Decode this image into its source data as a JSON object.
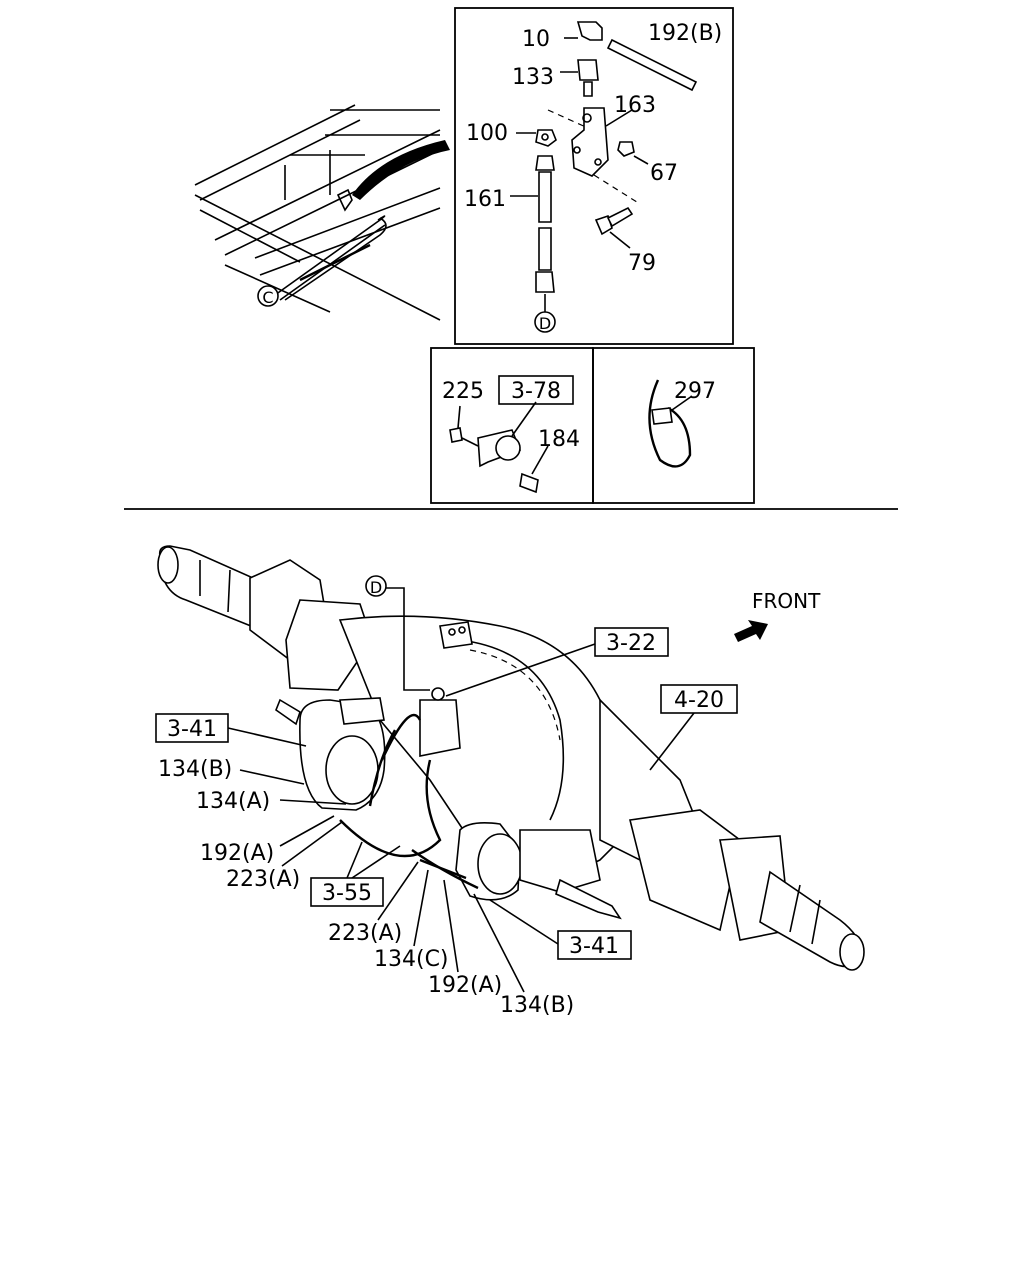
{
  "detail_top": {
    "labels": {
      "p10": "10",
      "p192b": "192(B)",
      "p133": "133",
      "p163": "163",
      "p100": "100",
      "p67": "67",
      "p161": "161",
      "p79": "79"
    },
    "circle_D": "D",
    "circle_C": "C"
  },
  "detail_left": {
    "p225": "225",
    "ref378": "3-78",
    "p184": "184"
  },
  "detail_right": {
    "p297": "297"
  },
  "main": {
    "front": "FRONT",
    "circle_D": "D",
    "refs": {
      "r322": "3-22",
      "r420": "4-20",
      "r341a": "3-41",
      "r355": "3-55",
      "r341b": "3-41"
    },
    "labels": {
      "l134b_1": "134(B)",
      "l134a": "134(A)",
      "l192a_1": "192(A)",
      "l223a_1": "223(A)",
      "l223a_2": "223(A)",
      "l134c": "134(C)",
      "l192a_2": "192(A)",
      "l134b_2": "134(B)"
    }
  }
}
